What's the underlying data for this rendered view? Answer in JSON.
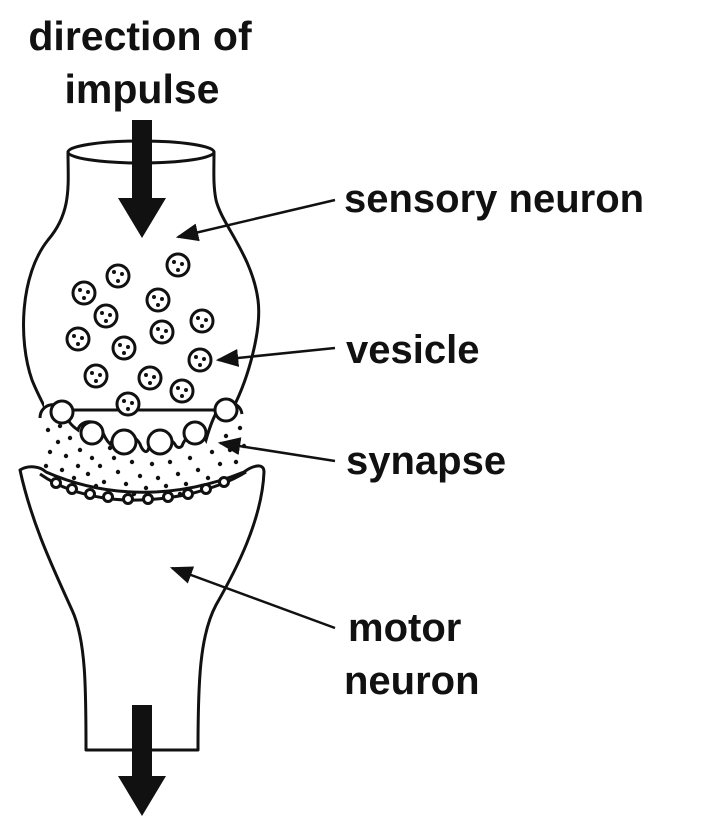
{
  "title_line_1": "direction of",
  "title_line_2": "impulse",
  "labels": {
    "sensory_neuron": "sensory neuron",
    "vesicle": "vesicle",
    "synapse": "synapse",
    "motor_line_1": "motor",
    "motor_line_2": "neuron"
  },
  "colors": {
    "ink": "#111111",
    "background": "#ffffff"
  }
}
